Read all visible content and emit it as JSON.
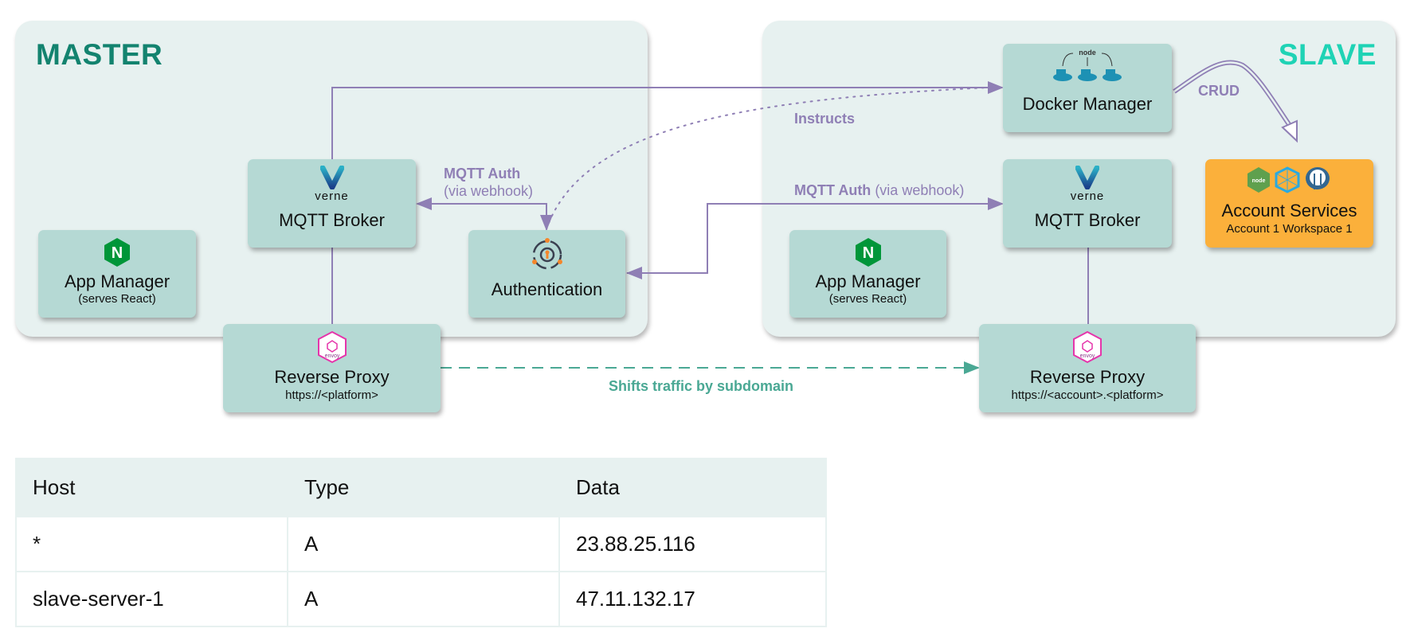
{
  "master": {
    "title": "MASTER",
    "title_color": "#13836f",
    "nodes": {
      "mqtt_broker": {
        "logo_text": "verne",
        "label": "MQTT Broker"
      },
      "app_manager": {
        "logo_text": "N",
        "label": "App Manager",
        "sub": "(serves React)"
      },
      "authentication": {
        "label": "Authentication"
      },
      "reverse_proxy": {
        "logo_text": "envoy",
        "label": "Reverse Proxy",
        "sub": "https://<platform>"
      }
    }
  },
  "slave": {
    "title": "SLAVE",
    "title_color": "#1fd3b5",
    "nodes": {
      "docker_manager": {
        "logo_text": "node",
        "label": "Docker Manager"
      },
      "mqtt_broker": {
        "logo_text": "verne",
        "label": "MQTT Broker"
      },
      "app_manager": {
        "logo_text": "N",
        "label": "App Manager",
        "sub": "(serves React)"
      },
      "account_services": {
        "logo_text": "node",
        "label": "Account Services",
        "sub": "Account 1 Workspace 1"
      },
      "reverse_proxy": {
        "logo_text": "envoy",
        "label": "Reverse Proxy",
        "sub": "https://<account>.<platform>"
      }
    }
  },
  "edges": {
    "master_mqtt_auth": {
      "bold": "MQTT Auth",
      "rest": "(via webhook)"
    },
    "slave_mqtt_auth": {
      "bold": "MQTT Auth",
      "rest": " (via webhook)"
    },
    "instructs": "Instructs",
    "crud": "CRUD",
    "traffic": "Shifts traffic by subdomain"
  },
  "colors": {
    "panel_bg": "#e7f1f0",
    "node_bg": "#b5d9d4",
    "account_bg": "#fbb03b",
    "edge_purple": "#8f7fb5",
    "edge_teal": "#4aa894",
    "nginx_green": "#009639",
    "envoy_pink": "#e535ab"
  },
  "dns_table": {
    "headers": [
      "Host",
      "Type",
      "Data"
    ],
    "rows": [
      [
        "*",
        "A",
        "23.88.25.116"
      ],
      [
        "slave-server-1",
        "A",
        "47.11.132.17"
      ]
    ]
  }
}
